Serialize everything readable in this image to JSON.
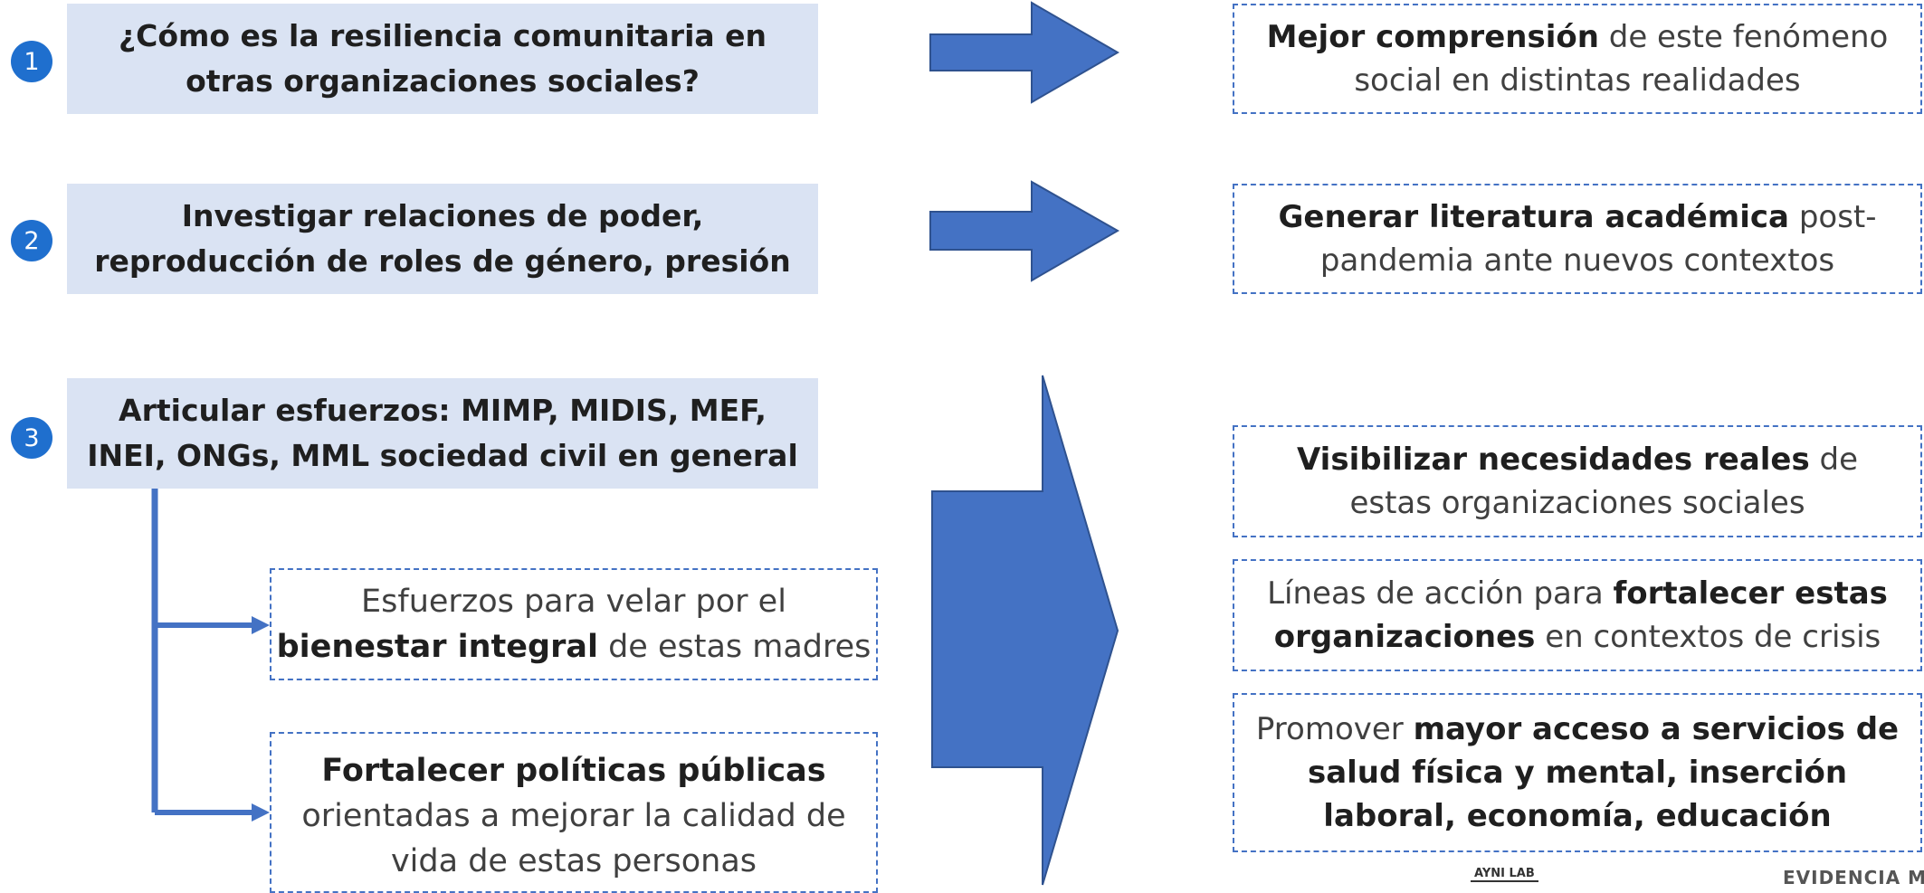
{
  "steps": [
    {
      "num": "1",
      "question": "¿Cómo es la resiliencia comunitaria en otras organizaciones sociales?"
    },
    {
      "num": "2",
      "question": "Investigar relaciones de poder, reproducción de roles de género, presión"
    },
    {
      "num": "3",
      "question": "Articular esfuerzos: MIMP, MIDIS, MEF, INEI, ONGs, MML sociedad civil en general"
    }
  ],
  "sub_boxes": {
    "a": {
      "pre": "Esfuerzos para velar por el",
      "bold": "bienestar integral",
      "post": "de estas madres"
    },
    "b": {
      "bold": "Fortalecer políticas públicas",
      "post": "orientadas a mejorar la calidad de vida de estas personas"
    }
  },
  "results": {
    "r1": {
      "bold": "Mejor comprensión",
      "post": "de este fenómeno social en distintas realidades"
    },
    "r2": {
      "bold": "Generar literatura académica",
      "post": "post-pandemia ante nuevos contextos"
    },
    "r3": {
      "bold": "Visibilizar necesidades reales",
      "post": "de estas organizaciones sociales"
    },
    "r4": {
      "pre": "Líneas de acción para",
      "bold": "fortalecer estas organizaciones",
      "post": "en contextos de crisis"
    },
    "r5": {
      "pre": "Promover",
      "bold": "mayor acceso a servicios de salud física y mental, inserción laboral, economía, educación"
    }
  },
  "footer_logos": [
    "AYNI LAB",
    "EVIDENCIA M"
  ],
  "colors": {
    "accent_blue": "#4472c4",
    "badge_blue": "#1f6fce",
    "question_bg": "#dae3f3"
  }
}
